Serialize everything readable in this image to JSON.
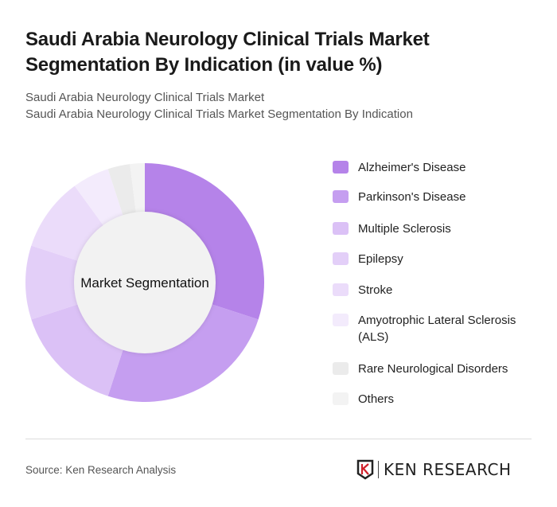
{
  "title": "Saudi Arabia Neurology Clinical Trials Market Segmentation By Indication (in value %)",
  "subtitle_1": "Saudi Arabia Neurology Clinical Trials Market",
  "subtitle_2": "Saudi Arabia Neurology Clinical Trials Market Segmentation By Indication",
  "source": "Source: Ken Research Analysis",
  "logo_text": "KEN RESEARCH",
  "chart_data": {
    "type": "pie",
    "variant": "donut",
    "center_label": "Market Segmentation",
    "legend_position": "right",
    "categories": [
      "Alzheimer's Disease",
      "Parkinson's Disease",
      "Multiple Sclerosis",
      "Epilepsy",
      "Stroke",
      "Amyotrophic Lateral Sclerosis (ALS)",
      "Rare Neurological Disorders",
      "Others"
    ],
    "legend_lines": [
      [
        "Alzheimer's Disease"
      ],
      [
        "Parkinson's Disease"
      ],
      [
        "Multiple Sclerosis"
      ],
      [
        "Epilepsy"
      ],
      [
        "Stroke"
      ],
      [
        "Amyotrophic Lateral Sclerosis",
        "(ALS)"
      ],
      [
        "Rare Neurological Disorders"
      ],
      [
        "Others"
      ]
    ],
    "values": [
      30,
      25,
      15,
      10,
      10,
      5,
      3,
      2
    ],
    "colors": [
      "#b583e9",
      "#c59ef0",
      "#dbc1f6",
      "#e3cff8",
      "#ebdcfa",
      "#f3ebfc",
      "#ebebeb",
      "#f3f3f3"
    ]
  }
}
